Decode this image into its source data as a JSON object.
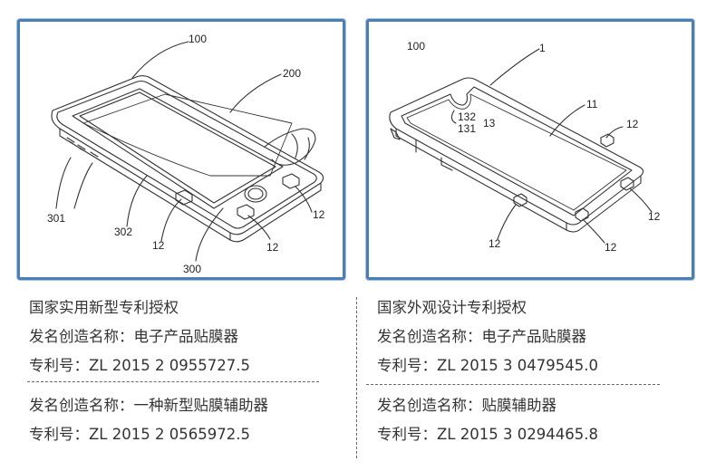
{
  "left_figure": {
    "labels": {
      "l100": "100",
      "l200": "200",
      "l301": "301",
      "l302": "302",
      "l12a": "12",
      "l12b": "12",
      "l12c": "12",
      "l300": "300"
    }
  },
  "right_figure": {
    "labels": {
      "r100": "100",
      "r1": "1",
      "r11": "11",
      "r12a": "12",
      "r132": "132",
      "r131": "131",
      "r13": "13",
      "r12b": "12",
      "r12c": "12",
      "r12d": "12"
    }
  },
  "left_text": {
    "heading": "国家实用新型专利授权",
    "group1": {
      "name": "发名创造名称：电子产品贴膜器",
      "patent": "专利号：ZL 2015 2 0955727.5"
    },
    "group2": {
      "name": "发名创造名称：一种新型贴膜辅助器",
      "patent": "专利号：ZL 2015 2 0565972.5"
    }
  },
  "right_text": {
    "heading": "国家外观设计专利授权",
    "group1": {
      "name": "发名创造名称：电子产品贴膜器",
      "patent": "专利号：ZL 2015 3 0479545.0"
    },
    "group2": {
      "name": "发名创造名称：贴膜辅助器",
      "patent": "专利号：ZL 2015 3 0294465.8"
    }
  }
}
